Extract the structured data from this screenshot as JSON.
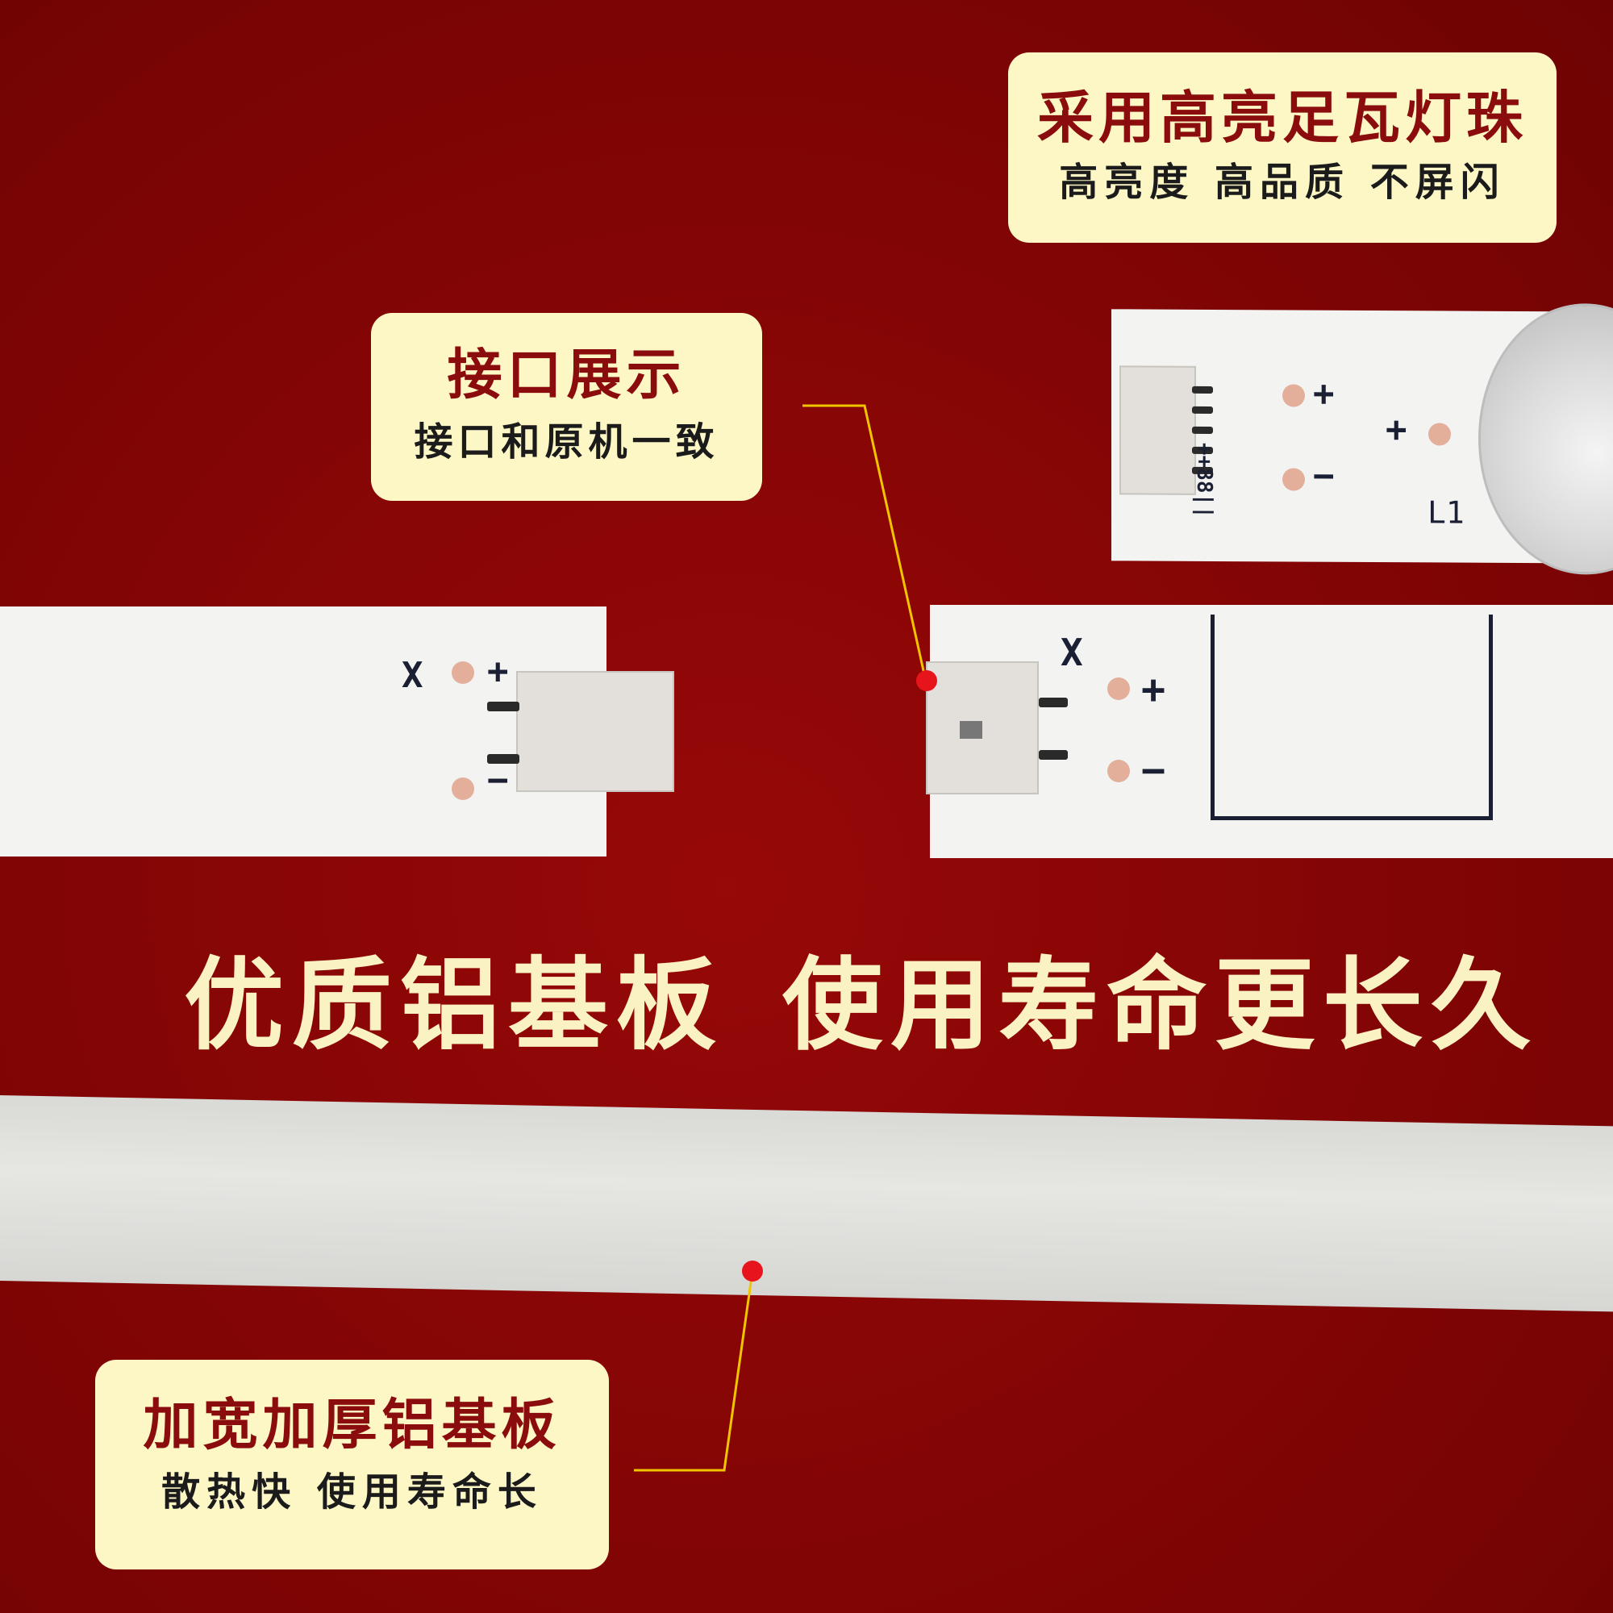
{
  "callouts": {
    "led": {
      "title": "采用高亮足瓦灯珠",
      "subtitle": "高亮度 高品质 不屏闪"
    },
    "port": {
      "title": "接口展示",
      "subtitle": "接口和原机一致"
    },
    "board": {
      "title": "加宽加厚铝基板",
      "subtitle": "散热快 使用寿命长"
    }
  },
  "headline": {
    "left": "优质铝基板",
    "right": "使用寿命更长久"
  },
  "pcb_marks": {
    "x_left": "X",
    "x_right": "X",
    "plus": "+",
    "minus": "−",
    "l1": "L1",
    "vertical_code": "++88||"
  },
  "colors": {
    "background": "#8a0a0a",
    "card": "#fdf7c6",
    "card_title": "#8a0c0c",
    "headline": "#fbf2c3",
    "leader_line": "#f0c400",
    "marker_dot": "#e8141c"
  }
}
